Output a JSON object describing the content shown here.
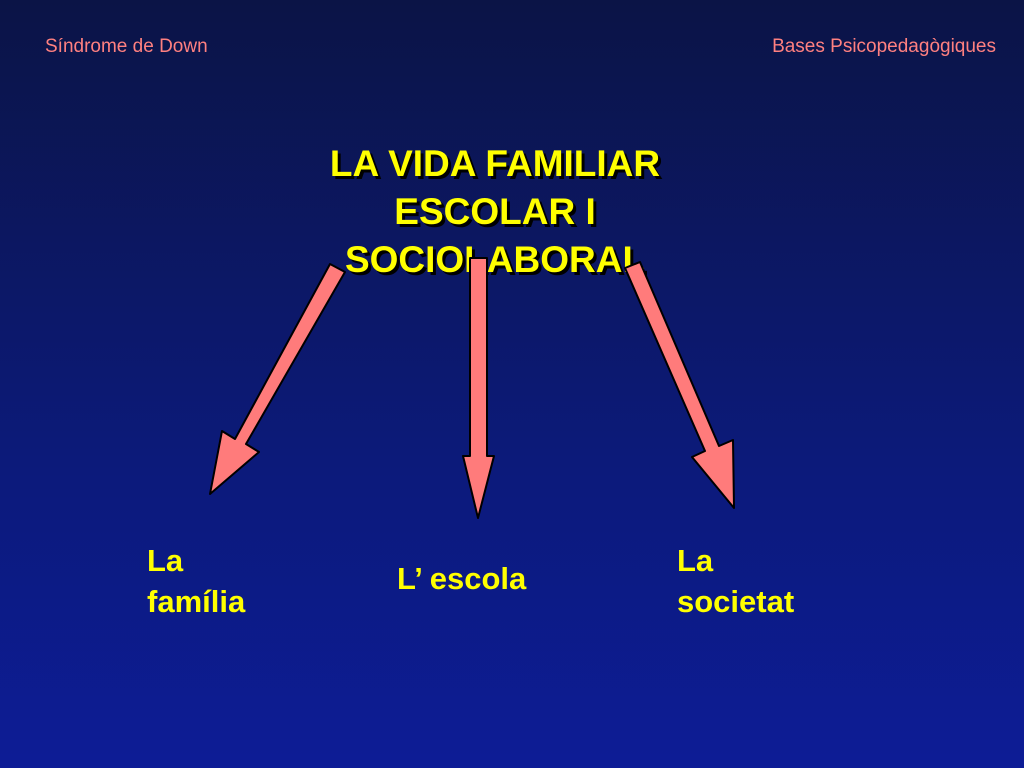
{
  "header": {
    "left": "Síndrome de Down",
    "right": "Bases Psicopedagògiques"
  },
  "title": {
    "line1": "LA VIDA FAMILIAR",
    "line2": "ESCOLAR I",
    "line3": "SOCIOLABORAL"
  },
  "branches": [
    {
      "line1": "La",
      "line2": "família"
    },
    {
      "line1": "L’ escola"
    },
    {
      "line1": "La",
      "line2": "societat"
    }
  ],
  "colors": {
    "background": "#0c1a7a",
    "title": "#ffff00",
    "header": "#ff8080",
    "arrow_fill": "#ff7b7b"
  }
}
